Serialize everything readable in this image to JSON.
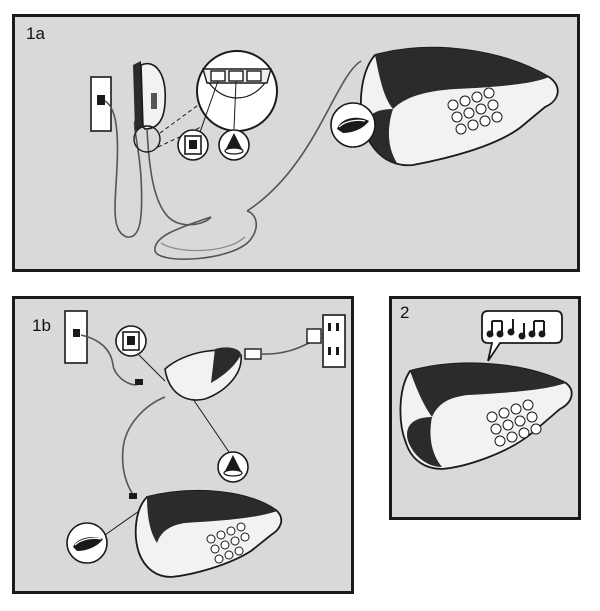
{
  "panels": {
    "p1a": {
      "label": "1a"
    },
    "p1b": {
      "label": "1b"
    },
    "p2": {
      "label": "2"
    }
  },
  "icons": {
    "phone_jack": "phone-jack-icon",
    "network_symbol": "network-symbol-icon",
    "pointing_hand": "pointing-hand-icon",
    "music_notes": "music-notes-icon"
  },
  "colors": {
    "panel_bg": "#d9d9d9",
    "border": "#1a1a1a",
    "device_dark": "#2b2b2b",
    "device_light": "#f2f2f2"
  }
}
